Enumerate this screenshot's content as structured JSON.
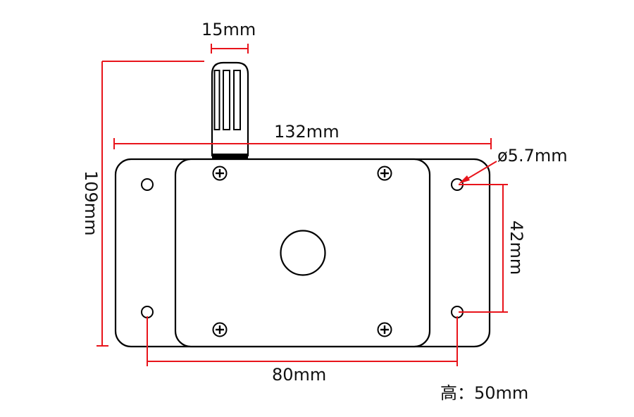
{
  "diagram": {
    "type": "dimension-drawing",
    "subject": "wall-mounted enclosure with probe",
    "colors": {
      "outline": "#000000",
      "dimension": "#e8141b",
      "text": "#111111",
      "background": "#ffffff"
    },
    "dimensions": {
      "probe_width": "15mm",
      "overall_width": "132mm",
      "overall_height": "109mm",
      "hole_diameter": "ø5.7mm",
      "hole_vertical_spacing": "42mm",
      "hole_horizontal_spacing": "80mm",
      "depth": "高：50mm"
    },
    "parts": {
      "probe": "probe with 3 vent slots",
      "base_plate": "outer base plate with 4 mounting holes",
      "front_cover": "front cover with 4 screws",
      "center_feature": "round window"
    }
  }
}
